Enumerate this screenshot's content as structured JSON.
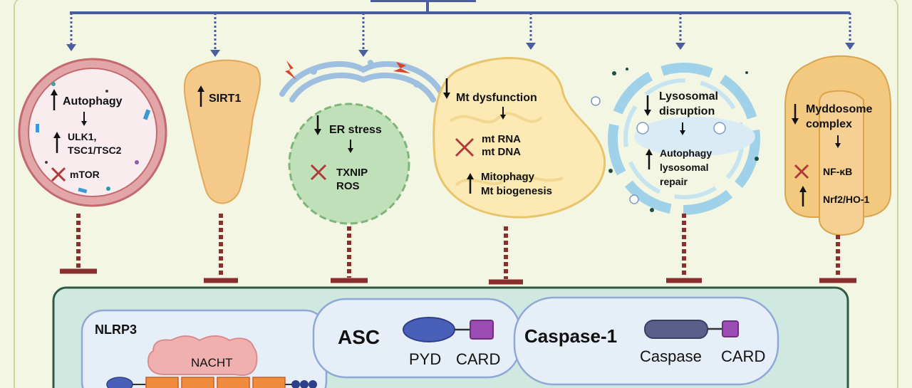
{
  "panels": {
    "autophagy": {
      "lines": [
        "Autophagy",
        "ULK1,",
        "TSC1/TSC2",
        "mTOR"
      ]
    },
    "sirt1": {
      "label": "SIRT1"
    },
    "er": {
      "lines": [
        "ER stress",
        "TXNIP",
        "ROS"
      ]
    },
    "mito": {
      "lines": [
        "Mt dysfunction",
        "mt RNA",
        "mt DNA",
        "Mitophagy",
        "Mt biogenesis"
      ]
    },
    "lysosome": {
      "lines": [
        "Lysosomal",
        "disruption",
        "Autophagy",
        "lysosomal",
        "repair"
      ]
    },
    "myddosome": {
      "lines": [
        "Myddosome",
        "complex",
        "NF-κB",
        "Nrf2/HO-1"
      ]
    }
  },
  "inflammasome": {
    "nlrp3": {
      "title": "NLRP3",
      "domain": "NACHT"
    },
    "asc": {
      "title": "ASC",
      "pyd": "PYD",
      "card": "CARD"
    },
    "caspase1": {
      "title": "Caspase-1",
      "caspase": "Caspase",
      "card": "CARD"
    }
  },
  "colors": {
    "line": "#4a5d9e",
    "inhibit": "#8b2e2e",
    "panel_bg": "#cfe8e0",
    "panel_border": "#2f5b46"
  }
}
